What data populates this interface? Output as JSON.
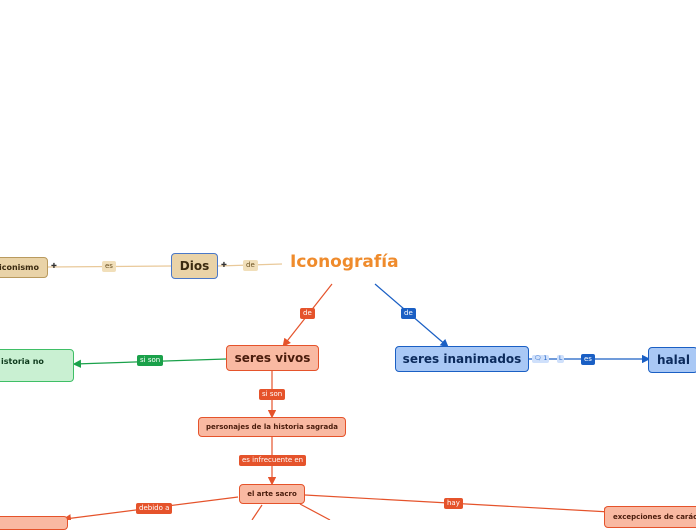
{
  "root": {
    "title": "Iconografía"
  },
  "nodes": {
    "aniconismo": "aniconismo",
    "dios": "Dios",
    "seres_vivos": "seres vivos",
    "seres_inanimados": "seres inanimados",
    "halal": "halal",
    "historia": "istoria no",
    "personajes": "personajes de la historia sagrada",
    "arte_sacro": "el arte sacro",
    "excepciones": "excepciones de caráct"
  },
  "links": {
    "es": "es",
    "de_dios": "de",
    "de_vivos": "de",
    "de_inanimados": "de",
    "es_halal": "es",
    "si_son_left": "si son",
    "si_son_down": "si son",
    "es_infrecuente": "es infrecuente en",
    "debido_a": "debido a",
    "hay": "hay"
  },
  "badges": {
    "comments": "1",
    "link": "L"
  },
  "colors": {
    "title": "#ef8b2c",
    "orange": "#e5532b",
    "blue": "#1a5fc4",
    "green": "#1aa14a",
    "tan": "#e9d3a8"
  }
}
